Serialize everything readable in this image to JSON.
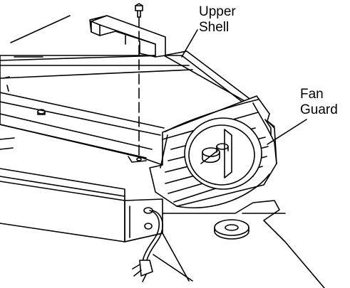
{
  "labels": {
    "upper_shell": {
      "line1": "Upper",
      "line2": "Shell"
    },
    "fan_guard": {
      "line1": "Fan",
      "line2": "Guard"
    }
  },
  "colors": {
    "line": "#000000",
    "background": "#ffffff"
  }
}
